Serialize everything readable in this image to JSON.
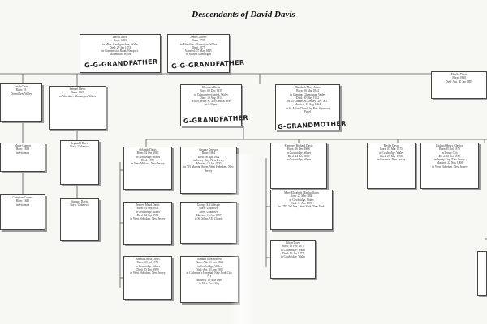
{
  "title": "Descendants of David Davis",
  "annotations": {
    "ggf": "G-G-GRANDFATHER",
    "gf": "G-GRANDFATHER",
    "gm": "G-GRANDMOTHER"
  },
  "persons": {
    "david": "David Davis\nBorn: 1803\nin Mlan, Cardiganshire, Wales\nDied: 29 Jan 1872\nin Commercial Road, Newport,\nMonmouth, Wales",
    "jennet": "Jennet Davies\nBorn: 1795\nin Aberdare, Glamorgan, Wales\nDied: 1877\nMarried: 07 May 1825\nin Mthyrr Glamorgan",
    "sarah": "Sarah Carte\nBorn: 18\nDrinwillen, Wales",
    "samuel1827": "Samuel Davis\nBorn: 1827\nin Aberdare, Glamorgan, Wales",
    "ebenezer": "Ebenezer Davis\nBorn: 02 Dec 1835\nin Cefncantreri parish, Wales\nDied: 15 Aug 1914\nin 619 Jersey St. 250 Central Ave.\nat 6:30pm",
    "elizabeth": "Elizabeth Mary Johns\nBorn: 10 Mar 1844\nin Glanton, Glamorgan, Wales\nDied: 30 May 1922\nin 23 Charles St., Jersey City, N.J.\nMarried: 13 Aug 1864\nin St. Affan Church by Rev. Seymour\nPagel",
    "martha1840": "Martha Davis\nBorn: 1840\nDied: Abt. 30 Jan 1859",
    "marie": "Marie Connor\nBorn: 1838\nin Swansea",
    "reginald": "Reginald Davis\nBorn: Unknown",
    "compton": "Compton Connor\nBorn: 1845\nin Swansea",
    "samuelUnk": "Samuel Davis\nBorn: Unknown",
    "orlando": "Orlando Davis\nBorn: 02 Oct 1865\nin Cowbridge, Wales\nDied: 1875\nin New Milford, New Jersey",
    "georgeD": "George Dawson\nBorn: 1864\nDied: 06 Apr 1922\nin Jersey City, New Jersey\nMarried: 10 Jan 1920\nin 715 Malone Street, West Hoboken, New Jersey",
    "ebenRich": "Ebenezer Richard Davis\nBorn: 16 Dec 1866\nin Cowbridge, Wales\nDied: 24 Feb 1869\nin Cowbridge, Wales",
    "bertha": "Bertha Davis\nBorn: 07 Mar 1875\nin Cowbridge, Wales\nDied: 29 Mar 1958\nin Paramus, New Jersey",
    "richardH": "Richard Henry Clayton\nBorn: 01 Jul 1876\nin Jersey City\nDied: 30 Oct 1956\nin Jersey City, New Jersey\nMarried: 22 Nov 1900\nin West Hoboken, New Jersey",
    "jennetMaud": "Jennett Maud Davis\nBorn: 14 Sep 1871\nin Cowbridge, Wales\nDied: 02 Sep 1951\nin West Hoboken, New Jersey",
    "georgeG": "George S. Gillespie\nBorn: Unknown\nDied: Unknown\nMarried: 16 Jun 1897\nin St. Johns P.E. Church",
    "maryElizabeth": "Mary Elizabeth Martha Davis\nBorn: 22 Mar 1868\nin Cowbridge, Wales\nDied: 11 Apr 1895\nin 1797 3rd Ave., New York, New York",
    "emma": "Emma Louisa Davis\nBorn: 30 Jul 1873\nin Cowbridge, Wales\nDied: 15 Dec 1895\nin West Hoboken, New Jersey",
    "samuelWarren": "Samuel John Warren\nBorn: Abt. 31 Jan 1864\nin Cowbridge, Wales\nDied: Abt. 23 Jun 1903\nin Catherine's Hospital, New York City,\nNY\nMarried: 16 Mar 1888\nin New York City",
    "lilian": "Lilian Davis\nBorn: 16 Feb 1875\nin Cowbridge, Wales\nDied: 16 Jan 1877\nin Cowbridge, Wales"
  }
}
